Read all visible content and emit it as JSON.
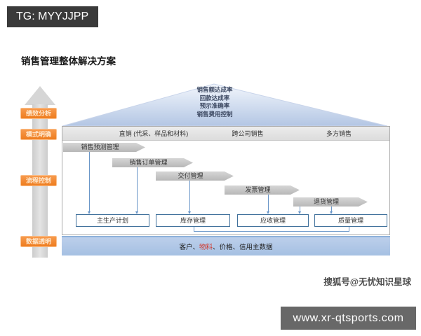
{
  "badge": {
    "text": "TG: MYYJJPP"
  },
  "title": "销售管理整体解决方案",
  "pyramid": {
    "lines": [
      "销售额达成率",
      "回款达成率",
      "预示准确率",
      "销售费用控制"
    ]
  },
  "left_axis": {
    "labels": [
      "绩效分析",
      "模式明确",
      "流程控制",
      "数据透明"
    ]
  },
  "channels": [
    "直销 (代采、样品和材料)",
    "跨公司销售",
    "多方销售"
  ],
  "process_arrows": [
    "销售预测管理",
    "销售订单管理",
    "交付管理",
    "发票管理",
    "退货管理"
  ],
  "bottom_boxes": [
    "主生产计划",
    "库存管理",
    "应收管理",
    "质量管理"
  ],
  "master_data": {
    "prefix": "客户、",
    "highlight": "物料",
    "suffix": "、价格、信用主数据"
  },
  "watermark": "搜狐号@无忧知识星球",
  "footer": {
    "url": "www.xr-qtsports.com"
  },
  "colors": {
    "badge_bg": "#3a3a3a",
    "footer_bg": "#686868",
    "accent_orange": "#ee7d1f",
    "box_border_blue": "#41719c",
    "connector_blue": "#6a96c8",
    "master_bar_blue": "#aec6e8",
    "highlight_red": "#d2372c",
    "pyramid_blue": "#b5c7e6"
  }
}
